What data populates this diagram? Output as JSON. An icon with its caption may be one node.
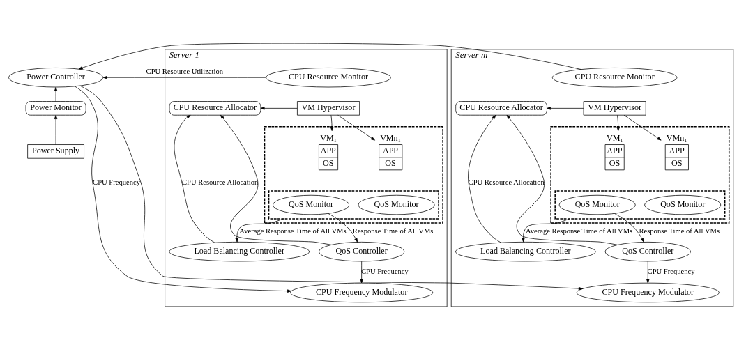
{
  "diagram": {
    "nodes": [
      {
        "text": [
          "Power Controller"
        ]
      },
      {
        "text": [
          "Power Monitor"
        ]
      },
      {
        "text": [
          "Power Supply"
        ]
      },
      {
        "text": [
          "Server 1"
        ]
      },
      {
        "text": [
          "CPU Resource Monitor"
        ],
        "in": 3
      },
      {
        "text": [
          "VM Hypervisor"
        ],
        "in": 3
      },
      {
        "text": [
          "CPU Resource Allocator"
        ],
        "in": 3
      },
      {
        "text": [],
        "shape": "box",
        "in": 3
      },
      {
        "text": [
          "APP",
          "OS"
        ],
        "beside": [
          "VM₁"
        ],
        "in": 7
      },
      {
        "text": [
          "APP",
          "OS"
        ],
        "beside": [
          "VMn₁"
        ],
        "in": 7
      },
      {
        "text": [],
        "shape": "box",
        "in": 7
      },
      {
        "text": [
          "QoS Monitor"
        ],
        "in": 10
      },
      {
        "text": [
          "QoS Monitor"
        ],
        "in": 10
      },
      {
        "text": [
          "Load Balancing Controller"
        ],
        "in": 3
      },
      {
        "text": [
          "QoS Controller"
        ],
        "in": 3
      },
      {
        "text": [
          "CPU Frequency Modulator"
        ],
        "in": 3
      },
      {
        "text": [
          "Server m"
        ]
      },
      {
        "text": [
          "CPU Resource Monitor"
        ],
        "in": 16
      },
      {
        "text": [
          "VM Hypervisor"
        ],
        "in": 16
      },
      {
        "text": [
          "CPU Resource Allocator"
        ],
        "in": 16
      },
      {
        "text": [],
        "shape": "box",
        "in": 16
      },
      {
        "text": [
          "APP",
          "OS"
        ],
        "beside": [
          "VM₁"
        ],
        "in": 20
      },
      {
        "text": [
          "APP",
          "OS"
        ],
        "beside": [
          "VMn₁"
        ],
        "in": 20
      },
      {
        "text": [],
        "shape": "box",
        "in": 20
      },
      {
        "text": [
          "QoS Monitor"
        ],
        "in": 23
      },
      {
        "text": [
          "QoS Monitor"
        ],
        "in": 23
      },
      {
        "text": [
          "Load Balancing Controller"
        ],
        "in": 16
      },
      {
        "text": [
          "QoS Controller"
        ],
        "in": 16
      },
      {
        "text": [
          "CPU Frequency Modulator"
        ],
        "in": 16
      }
    ],
    "edges": [
      {
        "from": 4,
        "to": 0,
        "arrow": "to",
        "label": "CPU Resource Utilization"
      },
      {
        "from": 17,
        "to": 0,
        "arrow": "to"
      },
      {
        "from": 2,
        "to": 1,
        "arrow": "to"
      },
      {
        "from": 1,
        "to": 0,
        "arrow": "to"
      },
      {
        "from": 0,
        "to": 15,
        "arrow": "to",
        "label": "CPU Frequency"
      },
      {
        "from": 0,
        "to": 28,
        "arrow": "to"
      },
      {
        "from": 5,
        "to": 6,
        "arrow": "to"
      },
      {
        "from": 5,
        "to": 8,
        "arrow": "to"
      },
      {
        "from": 5,
        "to": 9,
        "arrow": "to"
      },
      {
        "from": 10,
        "to": 13,
        "arrow": "to",
        "label": "Average Response Time of All VMs"
      },
      {
        "from": 11,
        "to": 14,
        "arrow": "to",
        "label": "Response Time of All VMs"
      },
      {
        "from": 13,
        "to": 6,
        "arrow": "to",
        "label": "CPU Resource Allocation"
      },
      {
        "from": 14,
        "to": 6,
        "arrow": "to"
      },
      {
        "from": 14,
        "to": 15,
        "arrow": "to",
        "label": "CPU Frequency"
      },
      {
        "from": 18,
        "to": 19,
        "arrow": "to"
      },
      {
        "from": 18,
        "to": 21,
        "arrow": "to"
      },
      {
        "from": 18,
        "to": 22,
        "arrow": "to"
      },
      {
        "from": 23,
        "to": 26,
        "arrow": "to",
        "label": "Average Response Time of All VMs"
      },
      {
        "from": 24,
        "to": 27,
        "arrow": "to",
        "label": "Response Time of All VMs"
      },
      {
        "from": 26,
        "to": 19,
        "arrow": "to",
        "label": "CPU Resource Allocation"
      },
      {
        "from": 27,
        "to": 19,
        "arrow": "to"
      },
      {
        "from": 27,
        "to": 28,
        "arrow": "to",
        "label": "CPU Frequency"
      }
    ]
  }
}
